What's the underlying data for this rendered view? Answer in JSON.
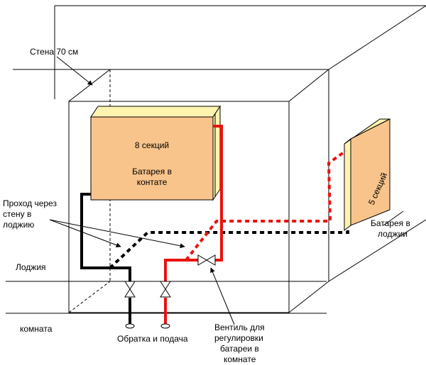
{
  "labels": {
    "wall": "Стена 70 см",
    "passage_line1": "Проход через",
    "passage_line2": "стену в",
    "passage_line3": "лоджию",
    "loggia": "Лоджия",
    "room": "комната",
    "return_supply": "Обратка и подача",
    "valve_line1": "Вентиль для",
    "valve_line2": "регулировки",
    "valve_line3": "батареи в",
    "valve_line4": "комнате",
    "battery_room_sections": "8 секций",
    "battery_room_line1": "Батарея в",
    "battery_room_line2": "контате",
    "battery_loggia_sections": "5 секций",
    "battery_loggia_line1": "Батарея в",
    "battery_loggia_line2": "лоджии"
  },
  "colors": {
    "radiator_fill": "#f9c48b",
    "radiator_side": "#fff3b0",
    "supply_pipe": "#e8120e",
    "return_pipe": "#000000",
    "lines": "#000000"
  }
}
